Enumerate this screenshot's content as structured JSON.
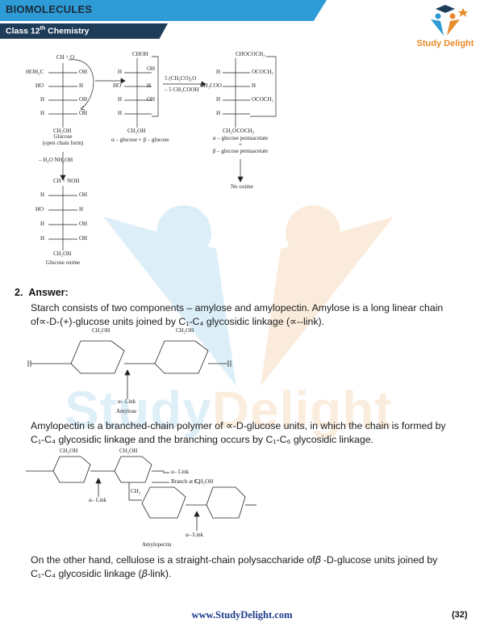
{
  "header": {
    "subject": "BIOMOLECULES",
    "class_label": "Class 12",
    "class_sup": "th",
    "class_subject": " Chemistry"
  },
  "logo": {
    "brand": "Study Delight",
    "icon": "graduation-figure-icon"
  },
  "watermark": {
    "word1": "Study",
    "word2": "Delight"
  },
  "figure1": {
    "glucose_top": "CH = O",
    "rows_left": [
      "HOH₂C",
      "HO",
      "H",
      "H"
    ],
    "rows_right": [
      "OH",
      "H",
      "OH",
      "OH"
    ],
    "bottom": "CH₂OH",
    "caption1": "Glucose",
    "caption2": "(open chain form)",
    "reagent": "– H₂O  NH₂OH",
    "oxime_top": "CH = NOH",
    "oxime_left": [
      "H",
      "HO",
      "H",
      "H"
    ],
    "oxime_right": [
      "OH",
      "H",
      "OH",
      "OH"
    ],
    "oxime_bottom": "CH₂OH",
    "oxime_caption": "Glucose oxime",
    "cyclic_top": "CHOH",
    "cyclic_left": [
      "H",
      "HO",
      "H",
      "H"
    ],
    "cyclic_right": [
      "OH",
      "H",
      "OH",
      ""
    ],
    "cyclic_bottom": "CH₂OH",
    "cyclic_caption": "α – glucose + β – glucose",
    "arrow_top": "5 (CH₃CO)₂O",
    "arrow_bottom": "– 5 CH₃COOH",
    "penta_top": "CHOCOCH₃",
    "penta_rows_left": [
      "H",
      "CH₃COO",
      "H",
      "H"
    ],
    "penta_rows_right": [
      "OCOCH₃",
      "H",
      "OCOCH₃",
      ""
    ],
    "penta_bottom": "CH₂OCOCH₃",
    "penta_cap1": "α – glucose pentaacetate",
    "penta_cap2": "+",
    "penta_cap3": "β – glucose pentaacetate",
    "no_oxime": "No oxime"
  },
  "answer": {
    "number": "2.",
    "label": "Answer:",
    "p1": "Starch consists of two components – amylose and amylopectin. Amylose is a long linear chain of∝-D-(+)-glucose units joined by C₁-C₄ glycosidic linkage (∝--link).",
    "p2": "Amylopectin is a branched-chain polymer of ∝-D-glucose units, in which the chain is formed by C₁-C₄  glycosidic linkage and the branching occurs by C₁-C₆  glycosidic linkage.",
    "p3": "On the other hand, cellulose is a straight-chain polysaccharide of𝛽 -D-glucose units joined by C₁-C₄  glycosidic linkage (𝛽-link)."
  },
  "figure2": {
    "ch2oh": "CH₂OH",
    "link_label": "α– Link",
    "caption": "Amylose"
  },
  "figure3": {
    "ch2oh": "CH₂OH",
    "ch2": "CH₂",
    "alpha_link": "α– Link",
    "branch": "Branch at C₆",
    "alpha_link2": "α– Link",
    "alpha_link3": "α– Link",
    "caption": "Amylopectin"
  },
  "footer": {
    "url": "www.StudyDelight.com",
    "page": "(32)"
  }
}
